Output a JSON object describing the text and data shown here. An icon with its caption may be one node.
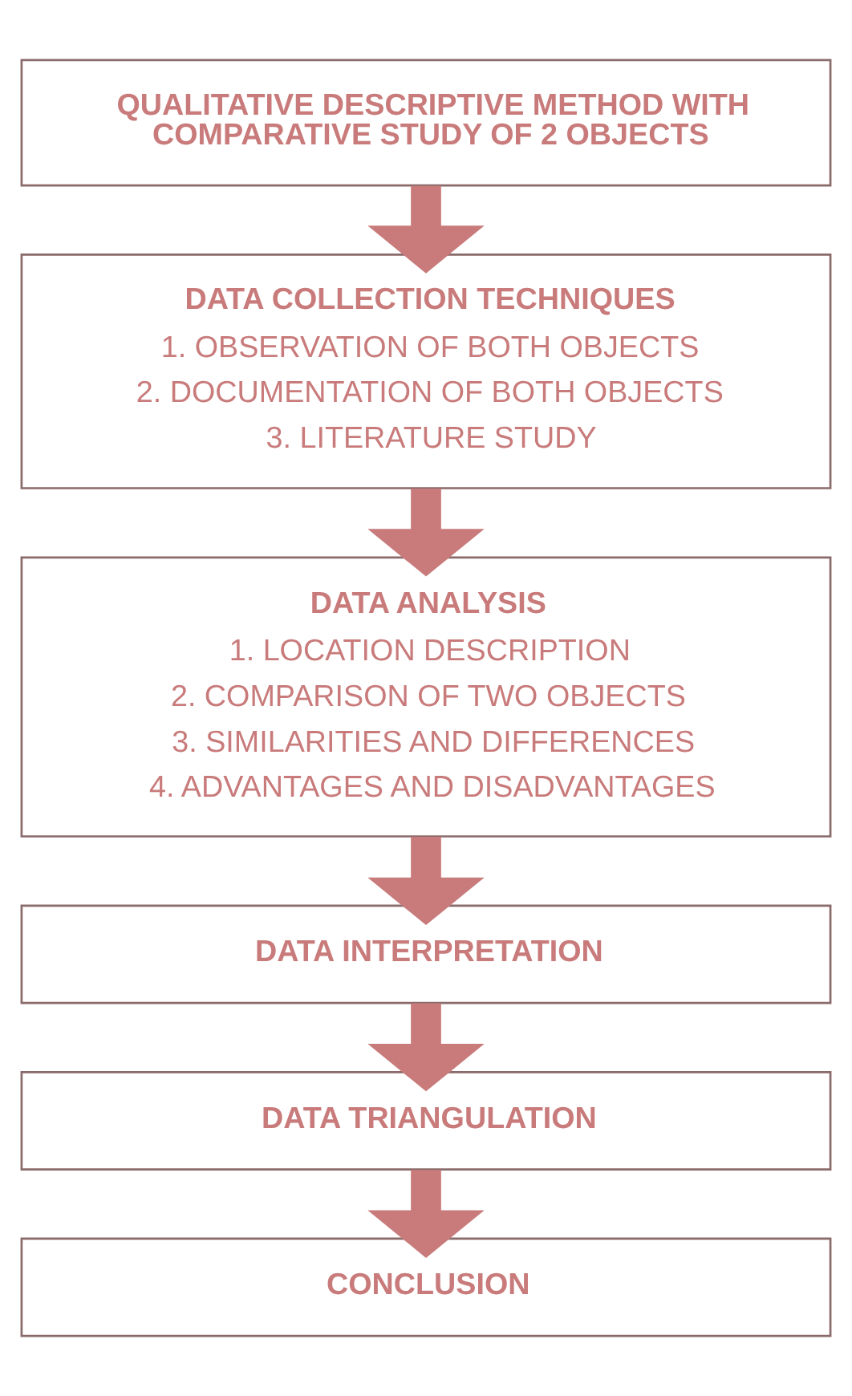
{
  "diagram": {
    "nodes": [
      {
        "text": [
          "QUALITATIVE DESCRIPTIVE METHOD WITH COMPARATIVE STUDY OF 2 OBJECTS"
        ]
      },
      {
        "text": [
          "DATA COLLECTION TECHNIQUES",
          "1. OBSERVATION OF BOTH OBJECTS",
          "2. DOCUMENTATION OF BOTH OBJECTS",
          "3. LITERATURE STUDY"
        ]
      },
      {
        "text": [
          "DATA ANALYSIS",
          "1. LOCATION DESCRIPTION",
          "2. COMPARISON OF TWO OBJECTS",
          "3. SIMILARITIES AND DIFFERENCES",
          "4. ADVANTAGES AND DISADVANTAGES"
        ]
      },
      {
        "text": [
          "DATA INTERPRETATION"
        ]
      },
      {
        "text": [
          "DATA TRIANGULATION"
        ]
      },
      {
        "text": [
          "CONCLUSION"
        ]
      }
    ],
    "edges": [
      {
        "from": 0,
        "to": 1,
        "arrow": "to"
      },
      {
        "from": 1,
        "to": 2,
        "arrow": "to"
      },
      {
        "from": 2,
        "to": 3,
        "arrow": "to"
      },
      {
        "from": 3,
        "to": 4,
        "arrow": "to"
      },
      {
        "from": 4,
        "to": 5,
        "arrow": "to"
      }
    ]
  }
}
